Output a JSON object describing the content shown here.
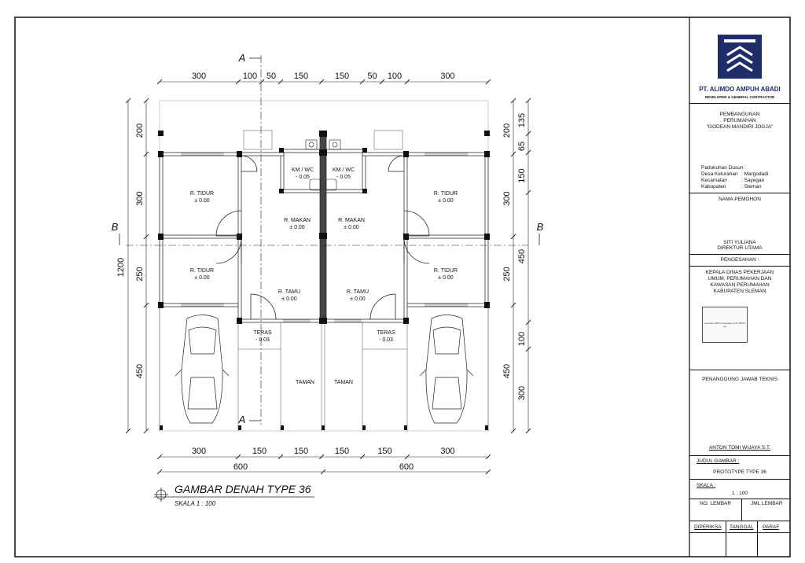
{
  "plan": {
    "title": "GAMBAR DENAH TYPE 36",
    "scale": "SKALA 1 : 100",
    "section_a": "A",
    "section_b": "B",
    "dims_top": [
      "300",
      "100",
      "50",
      "150",
      "150",
      "50",
      "100",
      "300"
    ],
    "dims_bottom": [
      "300",
      "150",
      "150",
      "150",
      "150",
      "300"
    ],
    "dims_bottom_total": [
      "600",
      "600"
    ],
    "dims_left": [
      "200",
      "300",
      "250",
      "450"
    ],
    "dims_left_total": "1200",
    "dims_right_inner": [
      "135",
      "65",
      "150",
      "100",
      "300"
    ],
    "dims_right_outer": [
      "200",
      "300",
      "450",
      "250",
      "450"
    ],
    "rooms": [
      {
        "name": "R. TIDUR",
        "level": "± 0.00"
      },
      {
        "name": "R. TIDUR",
        "level": "± 0.00"
      },
      {
        "name": "R. TIDUR",
        "level": "± 0.00"
      },
      {
        "name": "R. TIDUR",
        "level": "± 0.00"
      },
      {
        "name": "R. MAKAN",
        "level": "± 0.00"
      },
      {
        "name": "R. MAKAN",
        "level": "± 0.00"
      },
      {
        "name": "KM / WC",
        "level": "- 0.05"
      },
      {
        "name": "KM / WC",
        "level": "- 0.05"
      },
      {
        "name": "R. TAMU",
        "level": "± 0.00"
      },
      {
        "name": "R. TAMU",
        "level": "± 0.00"
      },
      {
        "name": "TERAS",
        "level": "- 0.03"
      },
      {
        "name": "TERAS",
        "level": "- 0.03"
      },
      {
        "name": "TAMAN",
        "level": ""
      },
      {
        "name": "TAMAN",
        "level": ""
      }
    ]
  },
  "title_block": {
    "company": "PT. ALIMDO AMPUH ABADI",
    "company_sub": "DEVELOPER & GENERAL CONTRACTOR",
    "project": [
      "PEMBANGUNAN",
      "PERUMAHAN",
      "\"GODEAN MANDIRI JOGJA\""
    ],
    "location": [
      {
        "label": "Padukuhan Dusun :",
        "value": ""
      },
      {
        "label": "Desa Kelurahan",
        "value": ": Margodadi"
      },
      {
        "label": "Kecamatan",
        "value": ": Sayegan"
      },
      {
        "label": "Kabupaten",
        "value": ": Sleman"
      }
    ],
    "applicant_label": "NAMA PEMOHON",
    "applicant_name": "SITI YULIANA",
    "applicant_title": "DIREKTUR UTAMA",
    "approval_label": "PENGESAHAN :",
    "approval_text": [
      "KEPALA DINAS PEKERJAAN",
      "UMUM, PERUMAHAN DAN",
      "KAWASAN PERUMAHAN",
      "KABUPATEN SLEMAN"
    ],
    "stamp_text": "Compare 4050 Unmanaged GP. 26XXX gg",
    "tech_label": "PENANGGUNG JAWAB TEKNIS",
    "tech_name": "ANTON TOMI WIJAYA S.T.",
    "drawing_title_label": "JUDUL GAMBAR :",
    "drawing_title": "PROTOTYPE TYPE 36",
    "scale_label": "SKALA :",
    "scale_value": "1 : 100",
    "sheet_no_label": "NO. LEMBAR",
    "sheet_count_label": "JML LEMBAR",
    "checked_label": "DIPERIKSA",
    "date_label": "TANGGAL",
    "initial_label": "PARAF"
  },
  "colors": {
    "line": "#111111",
    "wall_dark": "#333333",
    "logo_blue": "#1f2d6b"
  }
}
